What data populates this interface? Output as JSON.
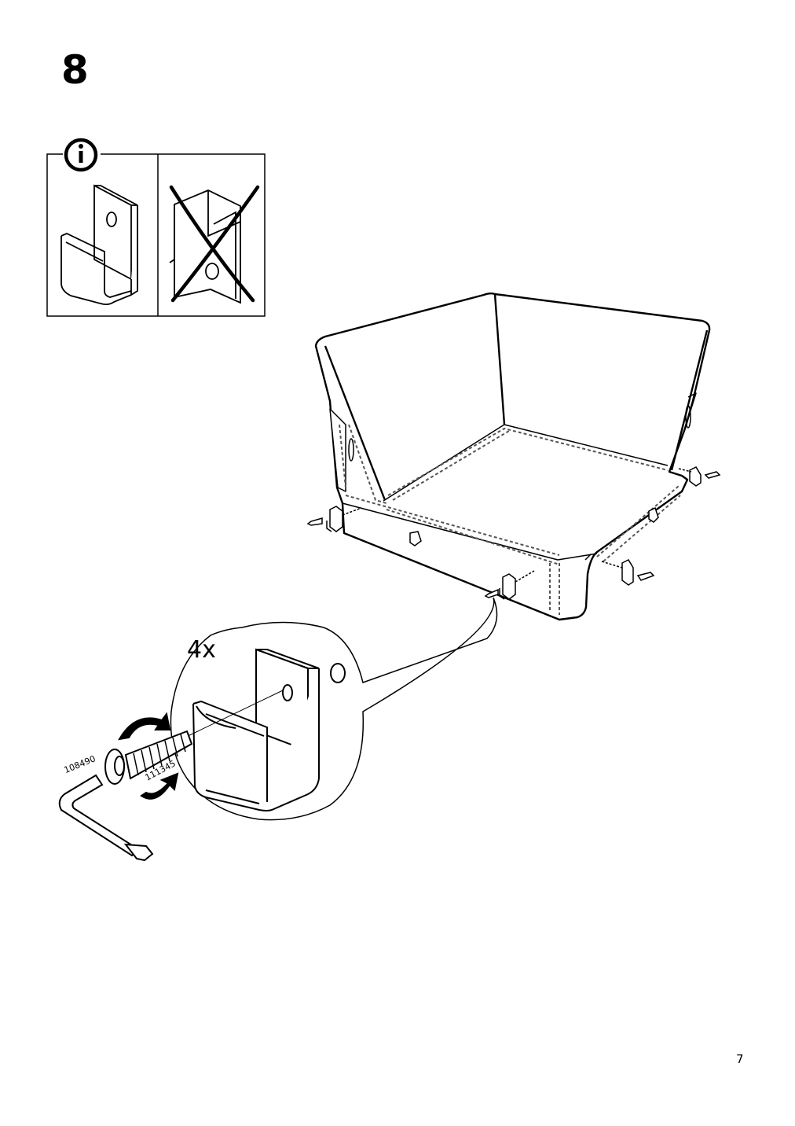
{
  "step": {
    "number": "8"
  },
  "info_panel": {
    "icon": "info-icon"
  },
  "detail": {
    "quantity": "4x",
    "part_numbers": [
      "108490",
      "111345"
    ]
  },
  "page": {
    "number": "7"
  }
}
